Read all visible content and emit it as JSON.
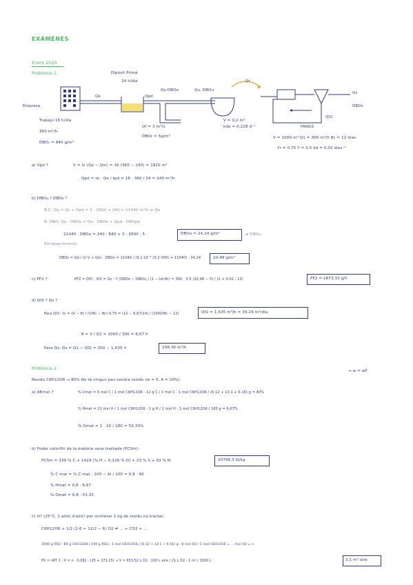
{
  "heading": "EXÁMENES",
  "exam": "Enero 2020",
  "problem1": {
    "title": "Problema 1.",
    "diagram": {
      "empresa": "Empresa",
      "trabajo": "Trabajo 16 h/día",
      "flow": "360 m³/h",
      "dbo": "DBO₁ = 840 g/m³",
      "qe": "Qe",
      "deposit": "Dipòsit Primà",
      "deposit_time": "24 h/día",
      "qpd": "Qpd",
      "qo_dbo": "Qo  DBOo",
      "qu_dbo": "Qu, DBOu",
      "qr": "Qr",
      "qs": "Qs",
      "dbo_s": "DBOs",
      "qf": "Qf = 3 m³/s",
      "dbo_f": "DBOr = 5g/m³",
      "reactor": "V = 0,2 m³",
      "reactor_k": "kdo = 0,228 d⁻¹",
      "fangs": "FANGS",
      "qf2": "Qf2",
      "params1": "V = 1000 m³     Q1 = 300 m³/h     θc = 12 días",
      "params2": "Yr = 0,75     Y = 0,5     kd = 0,02 días⁻¹"
    },
    "a_label": "a)  Vpd ?",
    "a_line1": "V = ts (Qe − Qm) = 16 (360 − 240) = 1920 m³",
    "a_line2": "Qpd = te · Qe / tpd = 16 · 360 / 24 = 240 m³/h",
    "b_label": "b)  DBOu ?    DBOs ?",
    "b_line1": "B.C:  Qu = Qr + Qpd = 3 · 3600 + 240 = 11040 m³/h   ≡ Qo",
    "b_line2": "B. DBO:  Qu · DBOu = Qe · DBOe + Qpd · DBOpd",
    "b_line3": "11040 · DBOu = 240 · 840 + 3 · 3600 · 5",
    "b_result1": "DBOu = 24,24 g/m³",
    "b_equiv": "≡ DBOo",
    "b_enrich": "Enriquecimiento:",
    "b_line4": "DBOs = Qo / (k·V + Qo) · DBOo = 11040 / (9,1·10⁻³ (0,2·300) + 11040) · 24,24",
    "b_result2": "20,48 g/m³",
    "c_label": "c)  PF2 ?",
    "c_line": "PF2 = Qf2 · Xf2 = Qs · Y (DBOo − DBOs) / (1 − kd θc) = 300 · 0,5 (20,48 − 5) / (1 + 0,02 · 12)",
    "c_result": "PF2 = 1873,33 g/h",
    "d_label": "d)  Qf2 ?   Qs ?",
    "d_line1": "Para Qf2:   τc = (V − θ) / (V/θc − θc)     0,75 = (12 − 6,67/24) / (1000/θc − 12)",
    "d_result1": "Qf2 = 1,635 m³/h  =  39,24 m³/día",
    "d_line2": "θ = V / Q1 = 1000 / 300 = 6,67 h",
    "d_line3": "Para Qs:   Qs = Q1 − Qf2 = 300 − 1,635 =",
    "d_result2": "298,36 m³/h"
  },
  "problem2": {
    "title": "Problema 2.",
    "residue_note": "→ w = wF",
    "intro": "Residu C6H12O6 → 80%     No té ningun pes cendra residu (w = 0, A = 20%)",
    "a_label": "a)  AEmat ?",
    "a_c": "% Cmat = 6 mol C / 1 mol C6H12O6 · 12 g C / 1 mol C · 1 mol C6H12O6 / (6·12 + 12·1 + 6·16) g = 40%",
    "a_h": "% Hmat = 12 mol H / 1 mol C6H12O6 · 1 g H / 1 mol H · 1 mol C6H12O6 / 180 g = 6,67%",
    "a_o": "% Omat = 1 · 16 / 180 = 53,33%",
    "b_label": "b)  Poder calorífic de la matèria seca tractada (PCSm):",
    "b_line": "PCSm = 339 % C + 1419 (% H − 0,126 % O) + 23 % S + 93 % N",
    "b_result": "20798,3 kJ/kg",
    "b_c": "% C mat = % C mat · 100 − Al / 100 = 0,8 · 40",
    "b_h": "% Hmat = 0,8 · 6,67",
    "b_o": "% Omat = 0,8 · 53,33",
    "c_label": "c)  m³ (25°C, 1 atm) d'aire?  per incinerar 1 kg de residu no tractat:",
    "c_line1": "C6H12O6 + 1/2 (2·6 + 12/2 − 6) O2  ⇌  …  + CO2 + …",
    "c_line2": "1000 g RSU · 80 g C6H12O6 / 100 g RSU · 1 mol C6H12O6 / (6·12 + 12·1 + 6·16) g · 6 mol O2 / 1 mol C6H12O6 = … mol O2 = n",
    "c_line3": "PV = nRT     1 · V = n · 0,082 · (25 + 273,15)  →  V = 653,52 L O2 · 100 L aire / 21 L O2 · 1 m³ / 1000 L",
    "c_result": "3,1 m³ aire"
  }
}
